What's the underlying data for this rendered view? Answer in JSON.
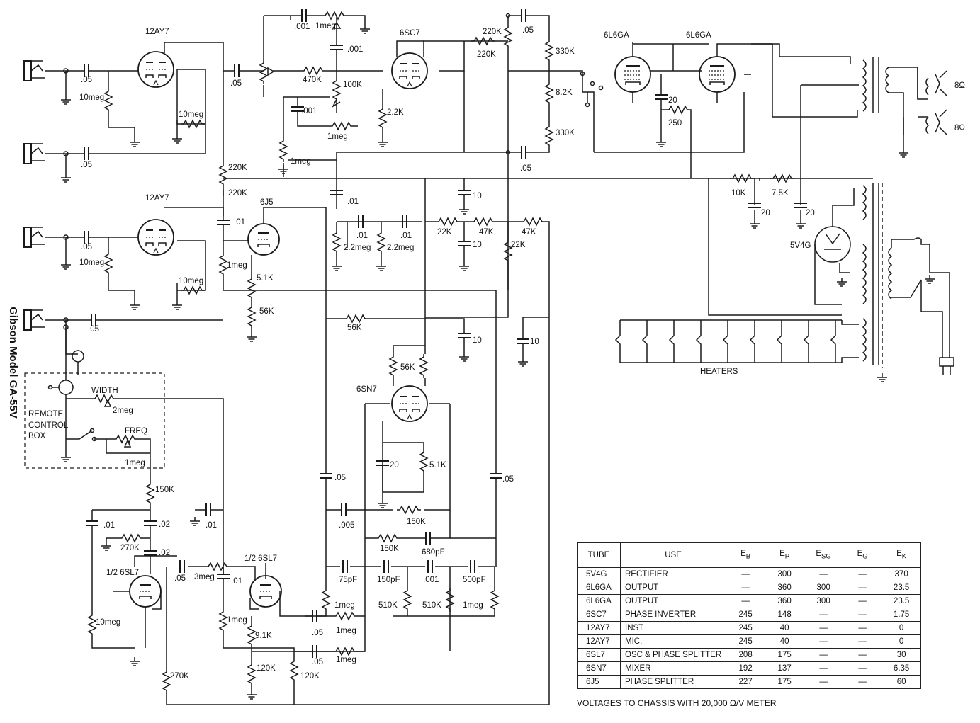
{
  "title": "Gibson Model GA-55V",
  "labels": {
    "v1": "12AY7",
    "v2": "12AY7",
    "v3": "6SC7",
    "v4": "6J5",
    "v5": "6SN7",
    "v6a": "1/2 6SL7",
    "v6b": "1/2 6SL7",
    "v7": "6L6GA",
    "v8": "6L6GA",
    "v9": "5V4G",
    "heaters": "HEATERS",
    "remote": "REMOTE",
    "control": "CONTROL",
    "box": "BOX",
    "width": "WIDTH",
    "freq": "FREQ",
    "ohm8a": "8Ω",
    "ohm8b": "8Ω"
  },
  "values": {
    "c05a": ".05",
    "c05b": ".05",
    "c05c": ".05",
    "c05d": ".05",
    "c05e": ".05",
    "c05f": ".05",
    "c05g": ".05",
    "c05h": ".05",
    "c05i": ".05",
    "c05j": ".05",
    "c05k": ".05",
    "r10meg_a": "10meg",
    "r10meg_b": "10meg",
    "r10meg_c": "10meg",
    "r10meg_d": "10meg",
    "r10meg_e": "10meg",
    "c001a": ".001",
    "c001b": ".001",
    "c001c": ".001",
    "c001d": ".001",
    "r1meg_a": "1meg",
    "r1meg_b": "1meg",
    "r1meg_c": "1meg",
    "r1meg_d": "1meg",
    "r1meg_e": "1meg",
    "r1meg_f": "1meg",
    "r1meg_g": "1meg",
    "r1meg_h": "1meg",
    "r1meg_i": "1meg",
    "r470k": "470K",
    "r100k": "100K",
    "r2k2": "2.2K",
    "r220k_a": "220K",
    "r220k_b": "220K",
    "r220k_c": "220K",
    "r220k_d": "220K",
    "r330k_a": "330K",
    "r330k_b": "330K",
    "r8k2": "8.2K",
    "c20a": "20",
    "c20b": "20",
    "c20c": "20",
    "c20d": "20",
    "r250": "250",
    "r10k": "10K",
    "r7k5": "7.5K",
    "c01a": ".01",
    "c01b": ".01",
    "c01c": ".01",
    "c01d": ".01",
    "c01e": ".01",
    "c01f": ".01",
    "c10a": "10",
    "c10b": "10",
    "c10c": "10",
    "c10d": "10",
    "r22meg_a": "2.2meg",
    "r22meg_b": "2.2meg",
    "r22k_a": "22K",
    "r22k_b": "22K",
    "r47k_a": "47K",
    "r47k_b": "47K",
    "r5k1a": "5.1K",
    "r5k1b": "5.1K",
    "r56k_a": "56K",
    "r56k_b": "56K",
    "r56k_c": "56K",
    "r2meg": "2meg",
    "r150k_a": "150K",
    "r150k_b": "150K",
    "r150k_c": "150K",
    "c02a": ".02",
    "c02b": ".02",
    "r270k_a": "270K",
    "r270k_b": "270K",
    "r3meg": "3meg",
    "c005": ".005",
    "c680": "680pF",
    "c75": "75pF",
    "c150": "150pF",
    "c500": "500pF",
    "r510k_a": "510K",
    "r510k_b": "510K",
    "r9k1": "9.1K",
    "r120k_a": "120K",
    "r120k_b": "120K"
  },
  "table": {
    "headers": [
      "TUBE",
      "USE",
      "EB",
      "EP",
      "ESG",
      "EG",
      "EK"
    ],
    "header_main": [
      "TUBE",
      "USE",
      "E",
      "E",
      "E",
      "E",
      "E"
    ],
    "header_sub": [
      "",
      "",
      "B",
      "P",
      "SG",
      "G",
      "K"
    ],
    "rows": [
      [
        "5V4G",
        "RECTIFIER",
        "—",
        "300",
        "—",
        "—",
        "370"
      ],
      [
        "6L6GA",
        "OUTPUT",
        "—",
        "360",
        "300",
        "—",
        "23.5"
      ],
      [
        "6L6GA",
        "OUTPUT",
        "—",
        "360",
        "300",
        "—",
        "23.5"
      ],
      [
        "6SC7",
        "PHASE INVERTER",
        "245",
        "148",
        "—",
        "—",
        "1.75"
      ],
      [
        "12AY7",
        "INST",
        "245",
        "40",
        "—",
        "—",
        "0"
      ],
      [
        "12AY7",
        "MIC.",
        "245",
        "40",
        "—",
        "—",
        "0"
      ],
      [
        "6SL7",
        "OSC & PHASE SPLITTER",
        "208",
        "175",
        "—",
        "—",
        "30"
      ],
      [
        "6SN7",
        "MIXER",
        "192",
        "137",
        "—",
        "—",
        "6.35"
      ],
      [
        "6J5",
        "PHASE SPLITTER",
        "227",
        "175",
        "—",
        "—",
        "60"
      ]
    ]
  },
  "note": "VOLTAGES TO CHASSIS WITH 20,000 Ω/V METER"
}
